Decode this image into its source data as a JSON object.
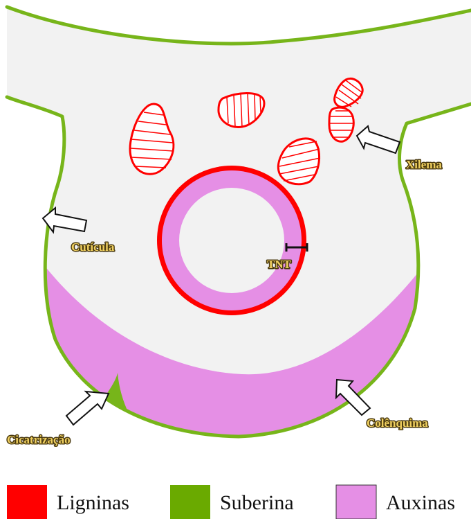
{
  "labels": {
    "xylem": "Xilema",
    "cuticle": "Cutícula",
    "tnt": "TNT",
    "scar": "Cicatrização",
    "collenchyma": "Colênquima"
  },
  "legend": [
    {
      "label": "Ligninas",
      "color": "#ff0000"
    },
    {
      "label": "Suberina",
      "color": "#6aaa00"
    },
    {
      "label": "Auxinas",
      "color": "#e58fe5"
    }
  ],
  "colors": {
    "tissue": "#f2f2f2",
    "epidermis": "#77b51a",
    "lignin": "#ff0000",
    "auxin": "#e58fe5",
    "lumen": "#f2f2f2"
  }
}
